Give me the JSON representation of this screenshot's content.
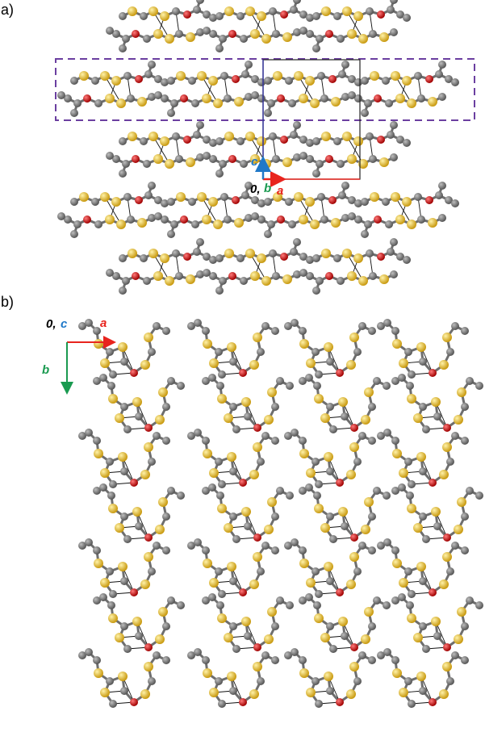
{
  "panels": {
    "a": {
      "label": "a)"
    },
    "b": {
      "label": "b)"
    }
  },
  "panel_a_axes": {
    "origin": "0,",
    "a": "a",
    "b": "b",
    "c": "c"
  },
  "panel_b_axes": {
    "origin": "0,",
    "a": "a",
    "b": "b",
    "c": "c"
  },
  "colors": {
    "carbon": "#777777",
    "sulfur": "#e8c43a",
    "oxygen": "#cc1111",
    "axis_a": "#e8241e",
    "axis_b": "#1a9a50",
    "axis_c": "#1f78c8",
    "highlight_box": "#6b3fa0",
    "unit_cell": "#000000"
  }
}
